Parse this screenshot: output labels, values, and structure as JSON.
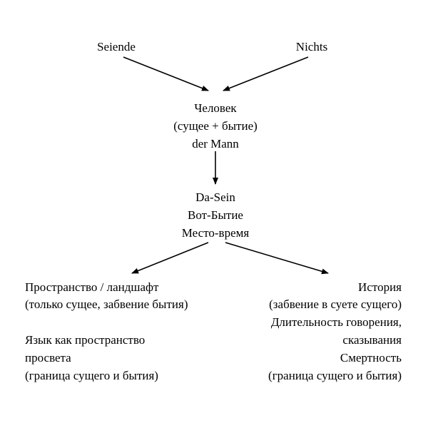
{
  "top": {
    "left_node": "Seiende",
    "right_node": "Nichts"
  },
  "human": {
    "line1": "Человек",
    "line2": "(сущее + бытие)",
    "line3": "der Mann"
  },
  "dasein": {
    "line1": "Da-Sein",
    "line2": "Вот-Бытие",
    "line3": "Место-время"
  },
  "left_branch": {
    "line1": "Пространство / ландшафт",
    "line2": "(только сущее, забвение бытия)",
    "line3": "Язык как пространство",
    "line4": "просвета",
    "line5": "(граница сущего и бытия)"
  },
  "right_branch": {
    "line1": "История",
    "line2": "(забвение в суете сущего)",
    "line3": "Длительность говорения,",
    "line4": "сказывания",
    "line5": "Смертность",
    "line6": "(граница сущего и бытия)"
  }
}
